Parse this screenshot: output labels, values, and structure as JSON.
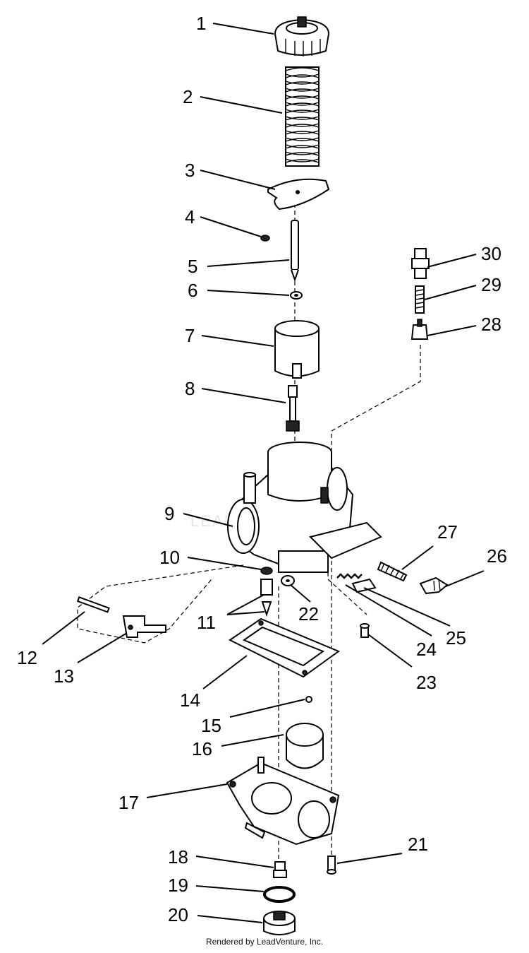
{
  "diagram": {
    "callouts": [
      "1",
      "2",
      "3",
      "4",
      "5",
      "6",
      "7",
      "8",
      "9",
      "10",
      "11",
      "12",
      "13",
      "14",
      "15",
      "16",
      "17",
      "18",
      "19",
      "20",
      "21",
      "22",
      "23",
      "24",
      "25",
      "26",
      "27",
      "28",
      "29",
      "30"
    ]
  },
  "watermark": "LEADVENTURE",
  "footer": "Rendered by LeadVenture, Inc."
}
